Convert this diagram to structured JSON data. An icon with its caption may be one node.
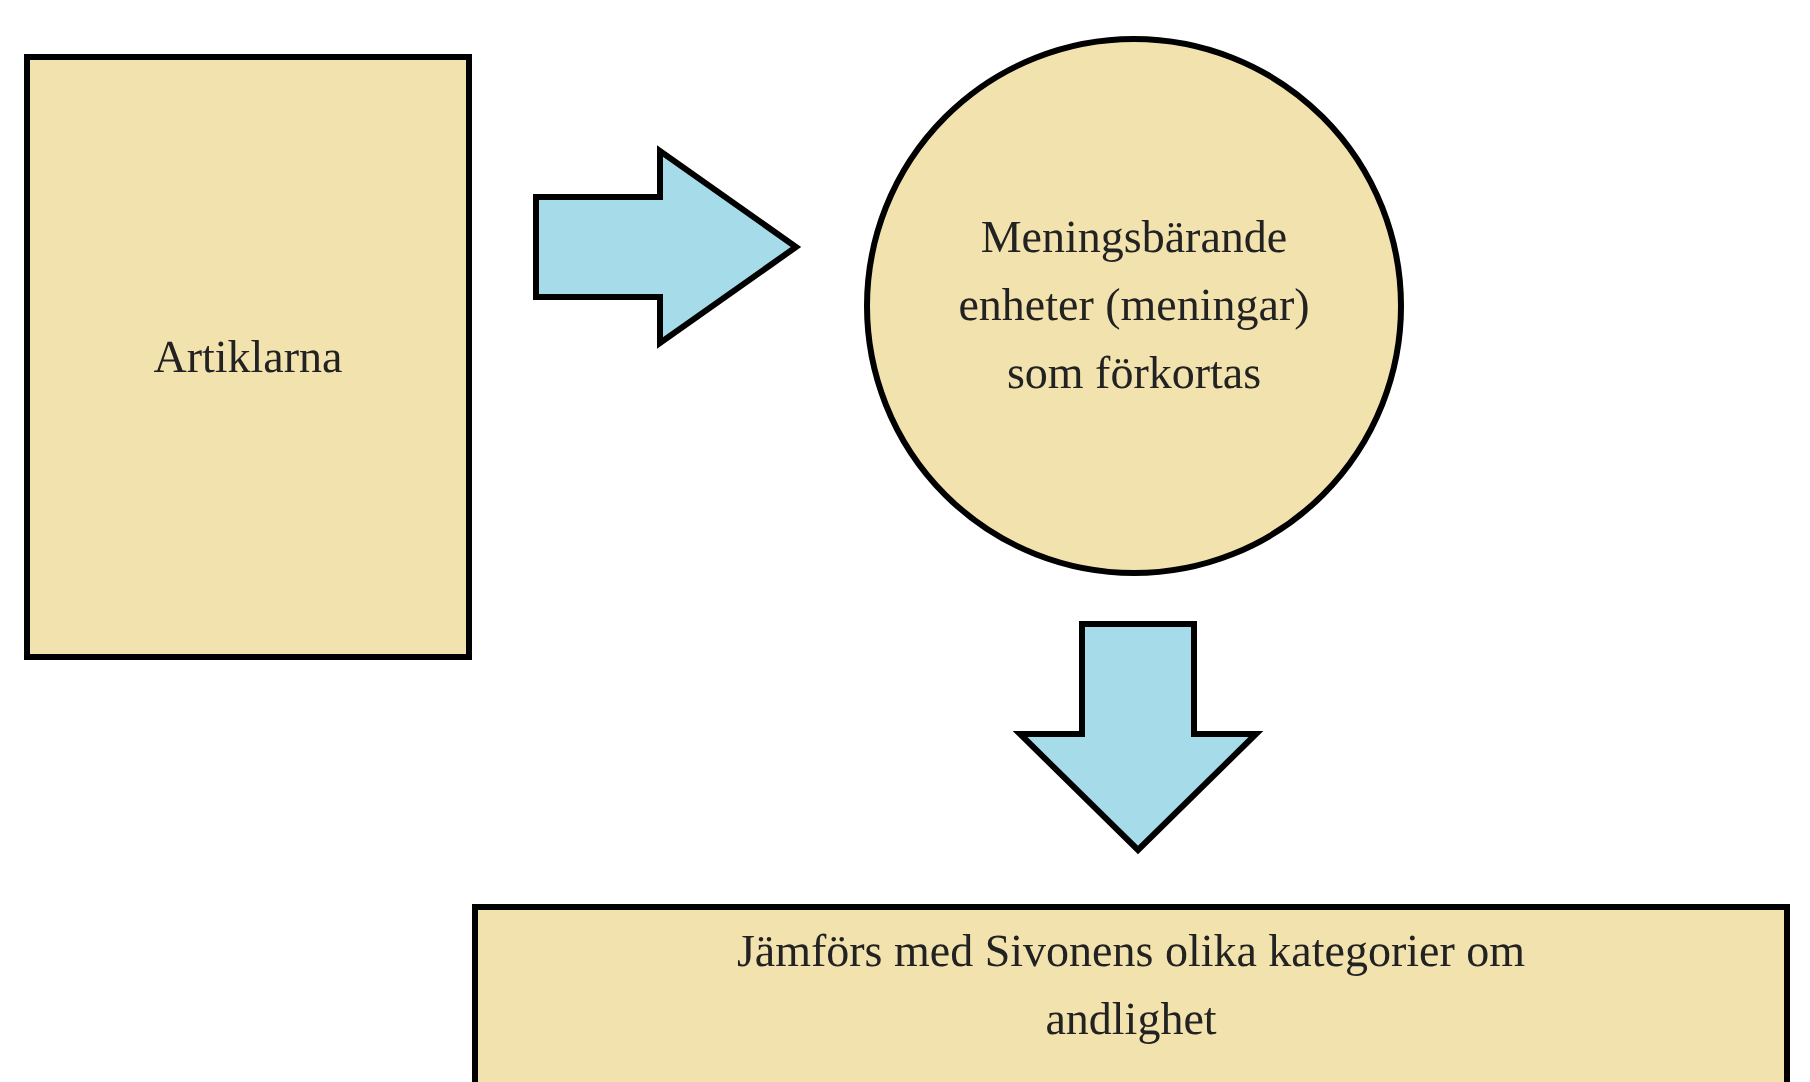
{
  "diagram": {
    "nodes": [
      {
        "text": [
          "Artiklarna"
        ]
      },
      {
        "text": [
          "Meningsbärande enheter (meningar) som förkortas"
        ]
      },
      {
        "text": [
          "Jämförs med Sivonens olika kategorier om andlighet"
        ]
      }
    ],
    "edges": [
      {
        "from": 0,
        "to": 1,
        "arrow": "to"
      },
      {
        "from": 1,
        "to": 2,
        "arrow": "to"
      }
    ]
  }
}
